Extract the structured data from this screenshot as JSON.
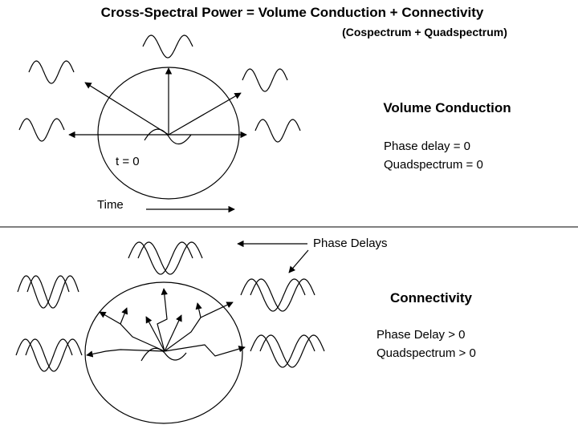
{
  "title": "Cross-Spectral Power = Volume Conduction  +  Connectivity",
  "subtitle": "(Cospectrum  +  Quadspectrum)",
  "top_panel": {
    "heading": "Volume Conduction",
    "lines": [
      "Phase delay = 0",
      "Quadspectrum = 0"
    ],
    "origin_label": "t = 0",
    "time_label": "Time"
  },
  "bottom_panel": {
    "callout_label": "Phase Delays",
    "heading": "Connectivity",
    "lines": [
      "Phase Delay > 0",
      "Quadspectrum > 0"
    ]
  },
  "colors": {
    "ink": "#000000",
    "background": "#ffffff"
  }
}
